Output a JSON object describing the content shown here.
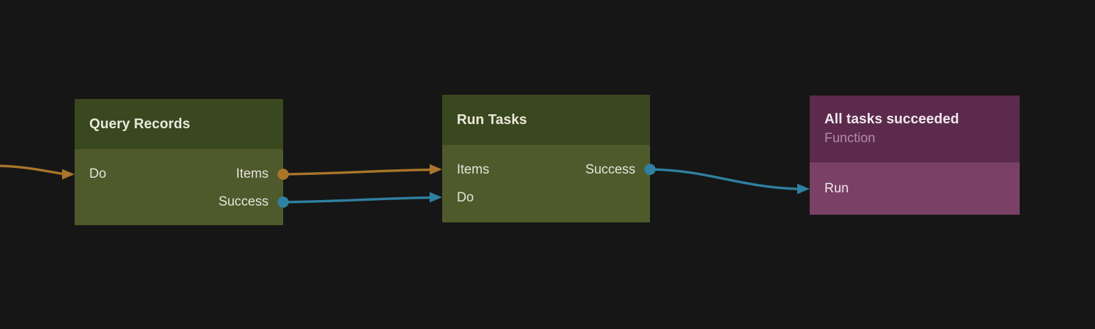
{
  "editor": {
    "description": "workflow node graph canvas"
  },
  "colors": {
    "canvas_bg": "#161616",
    "green_header": "#3a481f",
    "green_body": "#4f5a2c",
    "purple_header": "#5b2a4c",
    "purple_body": "#7b4065",
    "wire_orange": "#a8752b",
    "wire_teal": "#2f80a1",
    "title_text": "#eae8dd",
    "port_text": "#e6e4d9",
    "subtitle_text": "#b78ba6"
  },
  "nodes": [
    {
      "title": "Query Records",
      "inputs": [
        {
          "label": "Do",
          "color": "#a8752b"
        }
      ],
      "outputs": [
        {
          "label": "Items",
          "color": "#a8752b"
        },
        {
          "label": "Success",
          "color": "#2f80a1"
        }
      ]
    },
    {
      "title": "Run Tasks",
      "inputs": [
        {
          "label": "Items",
          "color": "#a8752b"
        },
        {
          "label": "Do",
          "color": "#2f80a1"
        }
      ],
      "outputs": [
        {
          "label": "Success",
          "color": "#2f80a1"
        }
      ]
    },
    {
      "title": "All tasks succeeded",
      "subtitle": "Function",
      "inputs": [
        {
          "label": "Run",
          "color": "#2f80a1"
        }
      ],
      "outputs": []
    }
  ],
  "edges": [
    {
      "from": "offscreen-left",
      "to": "Query Records.Do",
      "color": "#a8752b"
    },
    {
      "from": "Query Records.Items",
      "to": "Run Tasks.Items",
      "color": "#a8752b"
    },
    {
      "from": "Query Records.Success",
      "to": "Run Tasks.Do",
      "color": "#2f80a1"
    },
    {
      "from": "Run Tasks.Success",
      "to": "All tasks succeeded.Run",
      "color": "#2f80a1"
    }
  ]
}
